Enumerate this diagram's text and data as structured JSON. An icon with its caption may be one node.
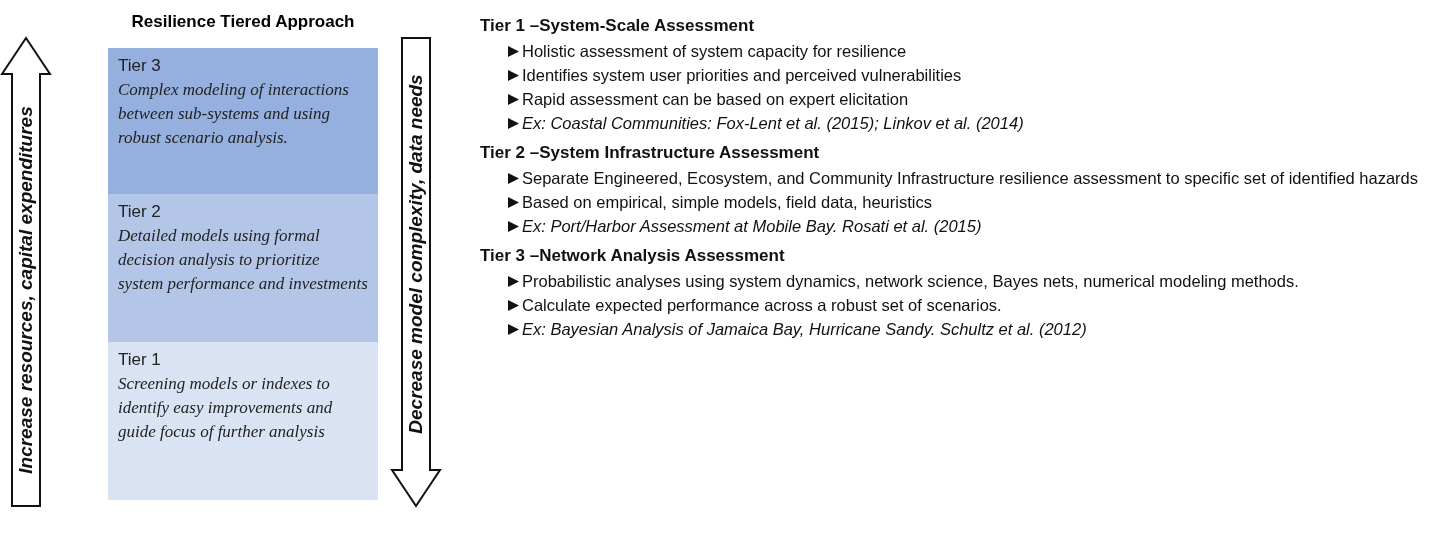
{
  "diagram": {
    "title": "Resilience Tiered Approach",
    "nodes": [
      {
        "text": [
          "Tier 3",
          "Complex modeling of interactions between sub-systems and using robust scenario analysis."
        ]
      },
      {
        "text": [
          "Tier 2",
          "Detailed models using formal decision analysis to prioritize system performance and investments"
        ]
      },
      {
        "text": [
          "Tier 1",
          "Screening models or indexes to identify easy improvements and guide focus of further analysis"
        ]
      }
    ],
    "edges": [],
    "labels": [
      "Increase resources, capital expenditures",
      "Decrease model complexity, data needs",
      "Tier 1 –System-Scale Assessment",
      "Holistic assessment of system capacity for resilience",
      "Identifies system user priorities and perceived vulnerabilities",
      "Rapid assessment can be based on expert elicitation",
      "Ex: Coastal Communities: Fox-Lent et al. (2015); Linkov et al. (2014)",
      "Tier 2 –System Infrastructure Assessment",
      "Separate Engineered, Ecosystem, and Community Infrastructure resilience assessment to specific set of identified hazards",
      "Based on empirical, simple models, field data, heuristics",
      "Ex: Port/Harbor Assessment at Mobile Bay. Rosati et al. (2015)",
      "Tier 3 –Network Analysis Assessment",
      "Probabilistic analyses using system dynamics, network science, Bayes nets, numerical modeling methods.",
      "Calculate expected performance across a robust set of scenarios.",
      "Ex: Bayesian Analysis of Jamaica Bay, Hurricane Sandy. Schultz et al. (2012)"
    ]
  }
}
